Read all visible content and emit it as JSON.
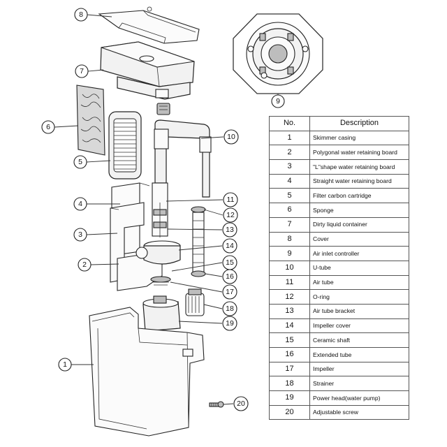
{
  "table": {
    "headers": {
      "no": "No.",
      "description": "Description"
    },
    "rows": [
      {
        "no": "1",
        "description": "Skimmer casing"
      },
      {
        "no": "2",
        "description": "Polygonal water retaining board"
      },
      {
        "no": "3",
        "description": "\"L\"shape water retaining board"
      },
      {
        "no": "4",
        "description": "Straight water retaining board"
      },
      {
        "no": "5",
        "description": "Filter carbon cartridge"
      },
      {
        "no": "6",
        "description": "Sponge"
      },
      {
        "no": "7",
        "description": "Dirty liquid container"
      },
      {
        "no": "8",
        "description": "Cover"
      },
      {
        "no": "9",
        "description": "Air inlet controller"
      },
      {
        "no": "10",
        "description": "U-tube"
      },
      {
        "no": "11",
        "description": "Air tube"
      },
      {
        "no": "12",
        "description": "O-ring"
      },
      {
        "no": "13",
        "description": "Air tube bracket"
      },
      {
        "no": "14",
        "description": "Impeller cover"
      },
      {
        "no": "15",
        "description": "Ceramic shaft"
      },
      {
        "no": "16",
        "description": "Extended tube"
      },
      {
        "no": "17",
        "description": "Impeller"
      },
      {
        "no": "18",
        "description": "Strainer"
      },
      {
        "no": "19",
        "description": "Power head(water pump)"
      },
      {
        "no": "20",
        "description": "Adjustable screw"
      }
    ]
  },
  "callouts": [
    "1",
    "2",
    "3",
    "4",
    "5",
    "6",
    "7",
    "8",
    "9",
    "10",
    "11",
    "12",
    "13",
    "14",
    "15",
    "16",
    "17",
    "18",
    "19",
    "20"
  ]
}
